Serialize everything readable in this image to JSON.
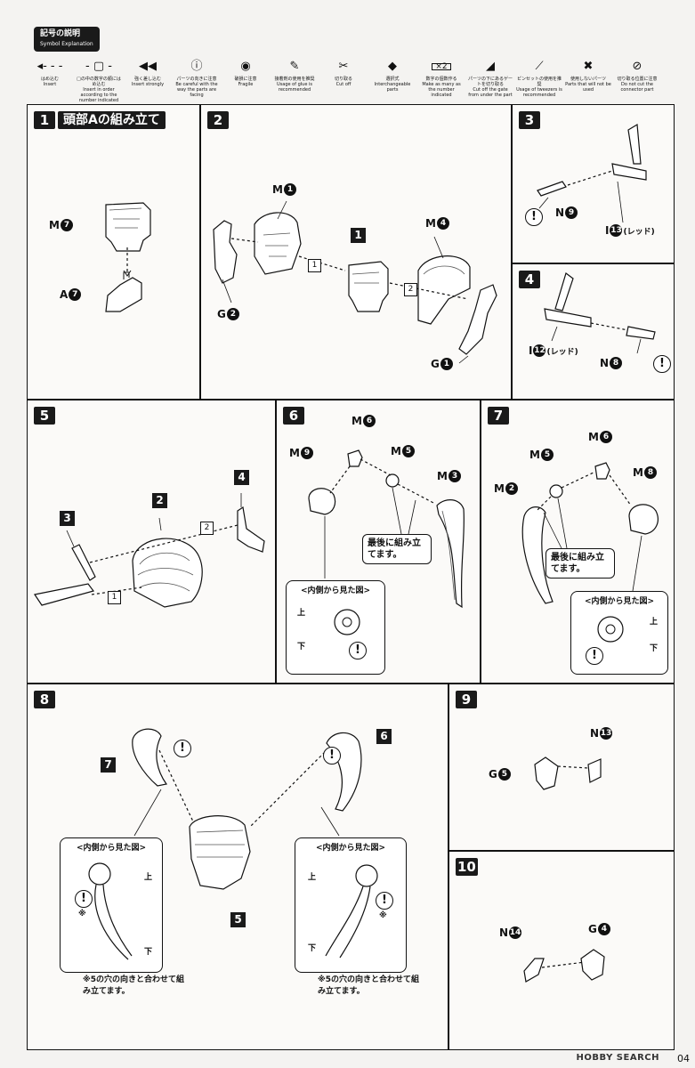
{
  "legend": {
    "title_jp": "記号の説明",
    "title_en": "Symbol Explanation",
    "symbols": [
      {
        "jp": "はめ込む",
        "en": "Insert",
        "icon": "arrow-dashed-icon"
      },
      {
        "jp": "□の中の数字の順にはめ込む",
        "en": "Insert in order according to the number indicated",
        "icon": "numbered-arrow-icon"
      },
      {
        "jp": "強く差し込む",
        "en": "Insert strongly",
        "icon": "double-arrow-icon"
      },
      {
        "jp": "パーツの向きに注意",
        "en": "Be careful with the way the parts are facing",
        "icon": "caution-icon"
      },
      {
        "jp": "破損に注意",
        "en": "Fragile",
        "icon": "fragile-icon"
      },
      {
        "jp": "接着剤の使用を推奨",
        "en": "Usage of glue is recommended",
        "icon": "glue-icon"
      },
      {
        "jp": "切り取る",
        "en": "Cut off",
        "icon": "cut-icon"
      },
      {
        "jp": "選択式",
        "en": "Interchangeable parts",
        "icon": "choice-icon"
      },
      {
        "jp": "数字の個数作る",
        "en": "Make as many as the number indicated",
        "icon": "multiply-icon",
        "mark": "×2"
      },
      {
        "jp": "パーツの下にあるゲートを切り取る",
        "en": "Cut off the gate from under the part",
        "icon": "gate-cut-icon"
      },
      {
        "jp": "ピンセットの使用を推奨",
        "en": "Usage of tweezers is recommended",
        "icon": "tweezers-icon"
      },
      {
        "jp": "使用しないパーツ",
        "en": "Parts that will not be used",
        "icon": "unused-icon"
      },
      {
        "jp": "切り取る位置に注意",
        "en": "Do not cut the connector part",
        "icon": "cut-position-icon"
      }
    ]
  },
  "steps": {
    "s1": {
      "num": "1",
      "title": "頭部Aの組み立て",
      "labels": [
        "M",
        "A"
      ],
      "nums": [
        "7",
        "7"
      ]
    },
    "s2": {
      "num": "2",
      "labels": [
        "M",
        "G",
        "M",
        "G"
      ],
      "nums": [
        "1",
        "2",
        "4",
        "1"
      ],
      "box": "1",
      "seq": [
        "1",
        "2"
      ]
    },
    "s3": {
      "num": "3",
      "labels": [
        "N",
        "I"
      ],
      "nums": [
        "9",
        "13"
      ],
      "suffix": "(レッド)"
    },
    "s4": {
      "num": "4",
      "labels": [
        "I",
        "N"
      ],
      "nums": [
        "12",
        "8"
      ],
      "suffix": "(レッド)"
    },
    "s5": {
      "num": "5",
      "boxes": [
        "3",
        "2",
        "4"
      ],
      "seq": [
        "2",
        "1"
      ]
    },
    "s6": {
      "num": "6",
      "labels": [
        "M",
        "M",
        "M",
        "M"
      ],
      "nums": [
        "6",
        "9",
        "5",
        "3"
      ],
      "note": "最後に組み立てます。",
      "sub_title": "<内側から見た図>",
      "up": "上",
      "down": "下"
    },
    "s7": {
      "num": "7",
      "labels": [
        "M",
        "M",
        "M",
        "M"
      ],
      "nums": [
        "6",
        "5",
        "8",
        "2"
      ],
      "note": "最後に組み立てます。",
      "sub_title": "<内側から見た図>",
      "up": "上",
      "down": "下"
    },
    "s8": {
      "num": "8",
      "boxes": [
        "7",
        "6",
        "5"
      ],
      "sub_title": "<内側から見た図>",
      "up": "上",
      "down": "下",
      "mark": "※",
      "foot": "※5の穴の向きと合わせて組み立てます。"
    },
    "s9": {
      "num": "9",
      "labels": [
        "N",
        "G"
      ],
      "nums": [
        "13",
        "5"
      ]
    },
    "s10": {
      "num": "10",
      "labels": [
        "N",
        "G"
      ],
      "nums": [
        "14",
        "4"
      ]
    }
  },
  "footer": {
    "page": "04",
    "watermark": "HOBBY SEARCH"
  }
}
